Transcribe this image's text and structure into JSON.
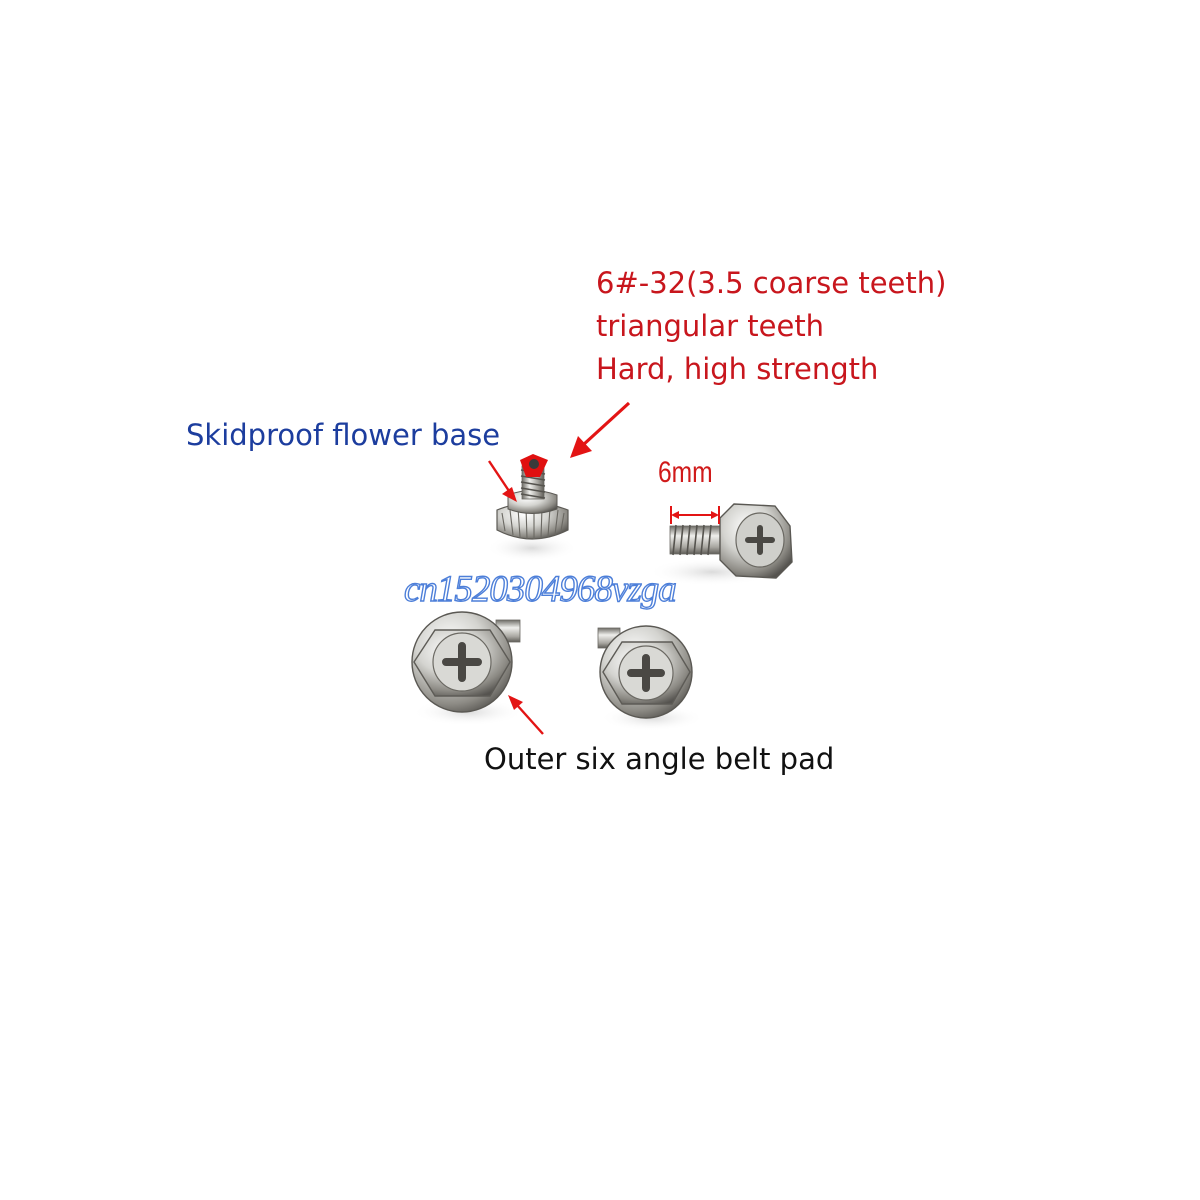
{
  "annotations": {
    "thread_spec": [
      "6#-32(3.5 coarse teeth)",
      "triangular teeth",
      "Hard, high strength"
    ],
    "skidproof_label": "Skidproof flower base",
    "length_label": "6mm",
    "pad_label": "Outer six angle belt pad"
  },
  "watermark": "cn1520304968vzga",
  "colors": {
    "spec_text": "#c8161d",
    "skidproof_text": "#1c3d9e",
    "length_text": "#d01a1a",
    "pad_text": "#111111",
    "watermark_outline": "#4d7fd9",
    "arrow": "#e31414",
    "background": "#ffffff"
  }
}
